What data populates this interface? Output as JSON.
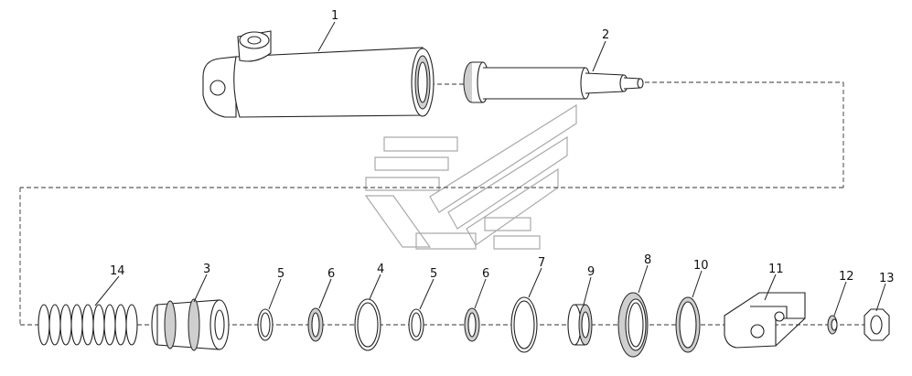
{
  "diagram": {
    "callouts": [
      {
        "id": "c1",
        "text": "1"
      },
      {
        "id": "c2",
        "text": "2"
      },
      {
        "id": "c3",
        "text": "3"
      },
      {
        "id": "c4",
        "text": "4"
      },
      {
        "id": "c5a",
        "text": "5"
      },
      {
        "id": "c5b",
        "text": "5"
      },
      {
        "id": "c6a",
        "text": "6"
      },
      {
        "id": "c6b",
        "text": "6"
      },
      {
        "id": "c7",
        "text": "7"
      },
      {
        "id": "c8",
        "text": "8"
      },
      {
        "id": "c9",
        "text": "9"
      },
      {
        "id": "c10",
        "text": "10"
      },
      {
        "id": "c11",
        "text": "11"
      },
      {
        "id": "c12",
        "text": "12"
      },
      {
        "id": "c13",
        "text": "13"
      },
      {
        "id": "c14",
        "text": "14"
      }
    ],
    "colors": {
      "line": "#222222",
      "shade": "#cfcfcf",
      "watermark": "#aaaaaa",
      "background": "#ffffff"
    }
  }
}
